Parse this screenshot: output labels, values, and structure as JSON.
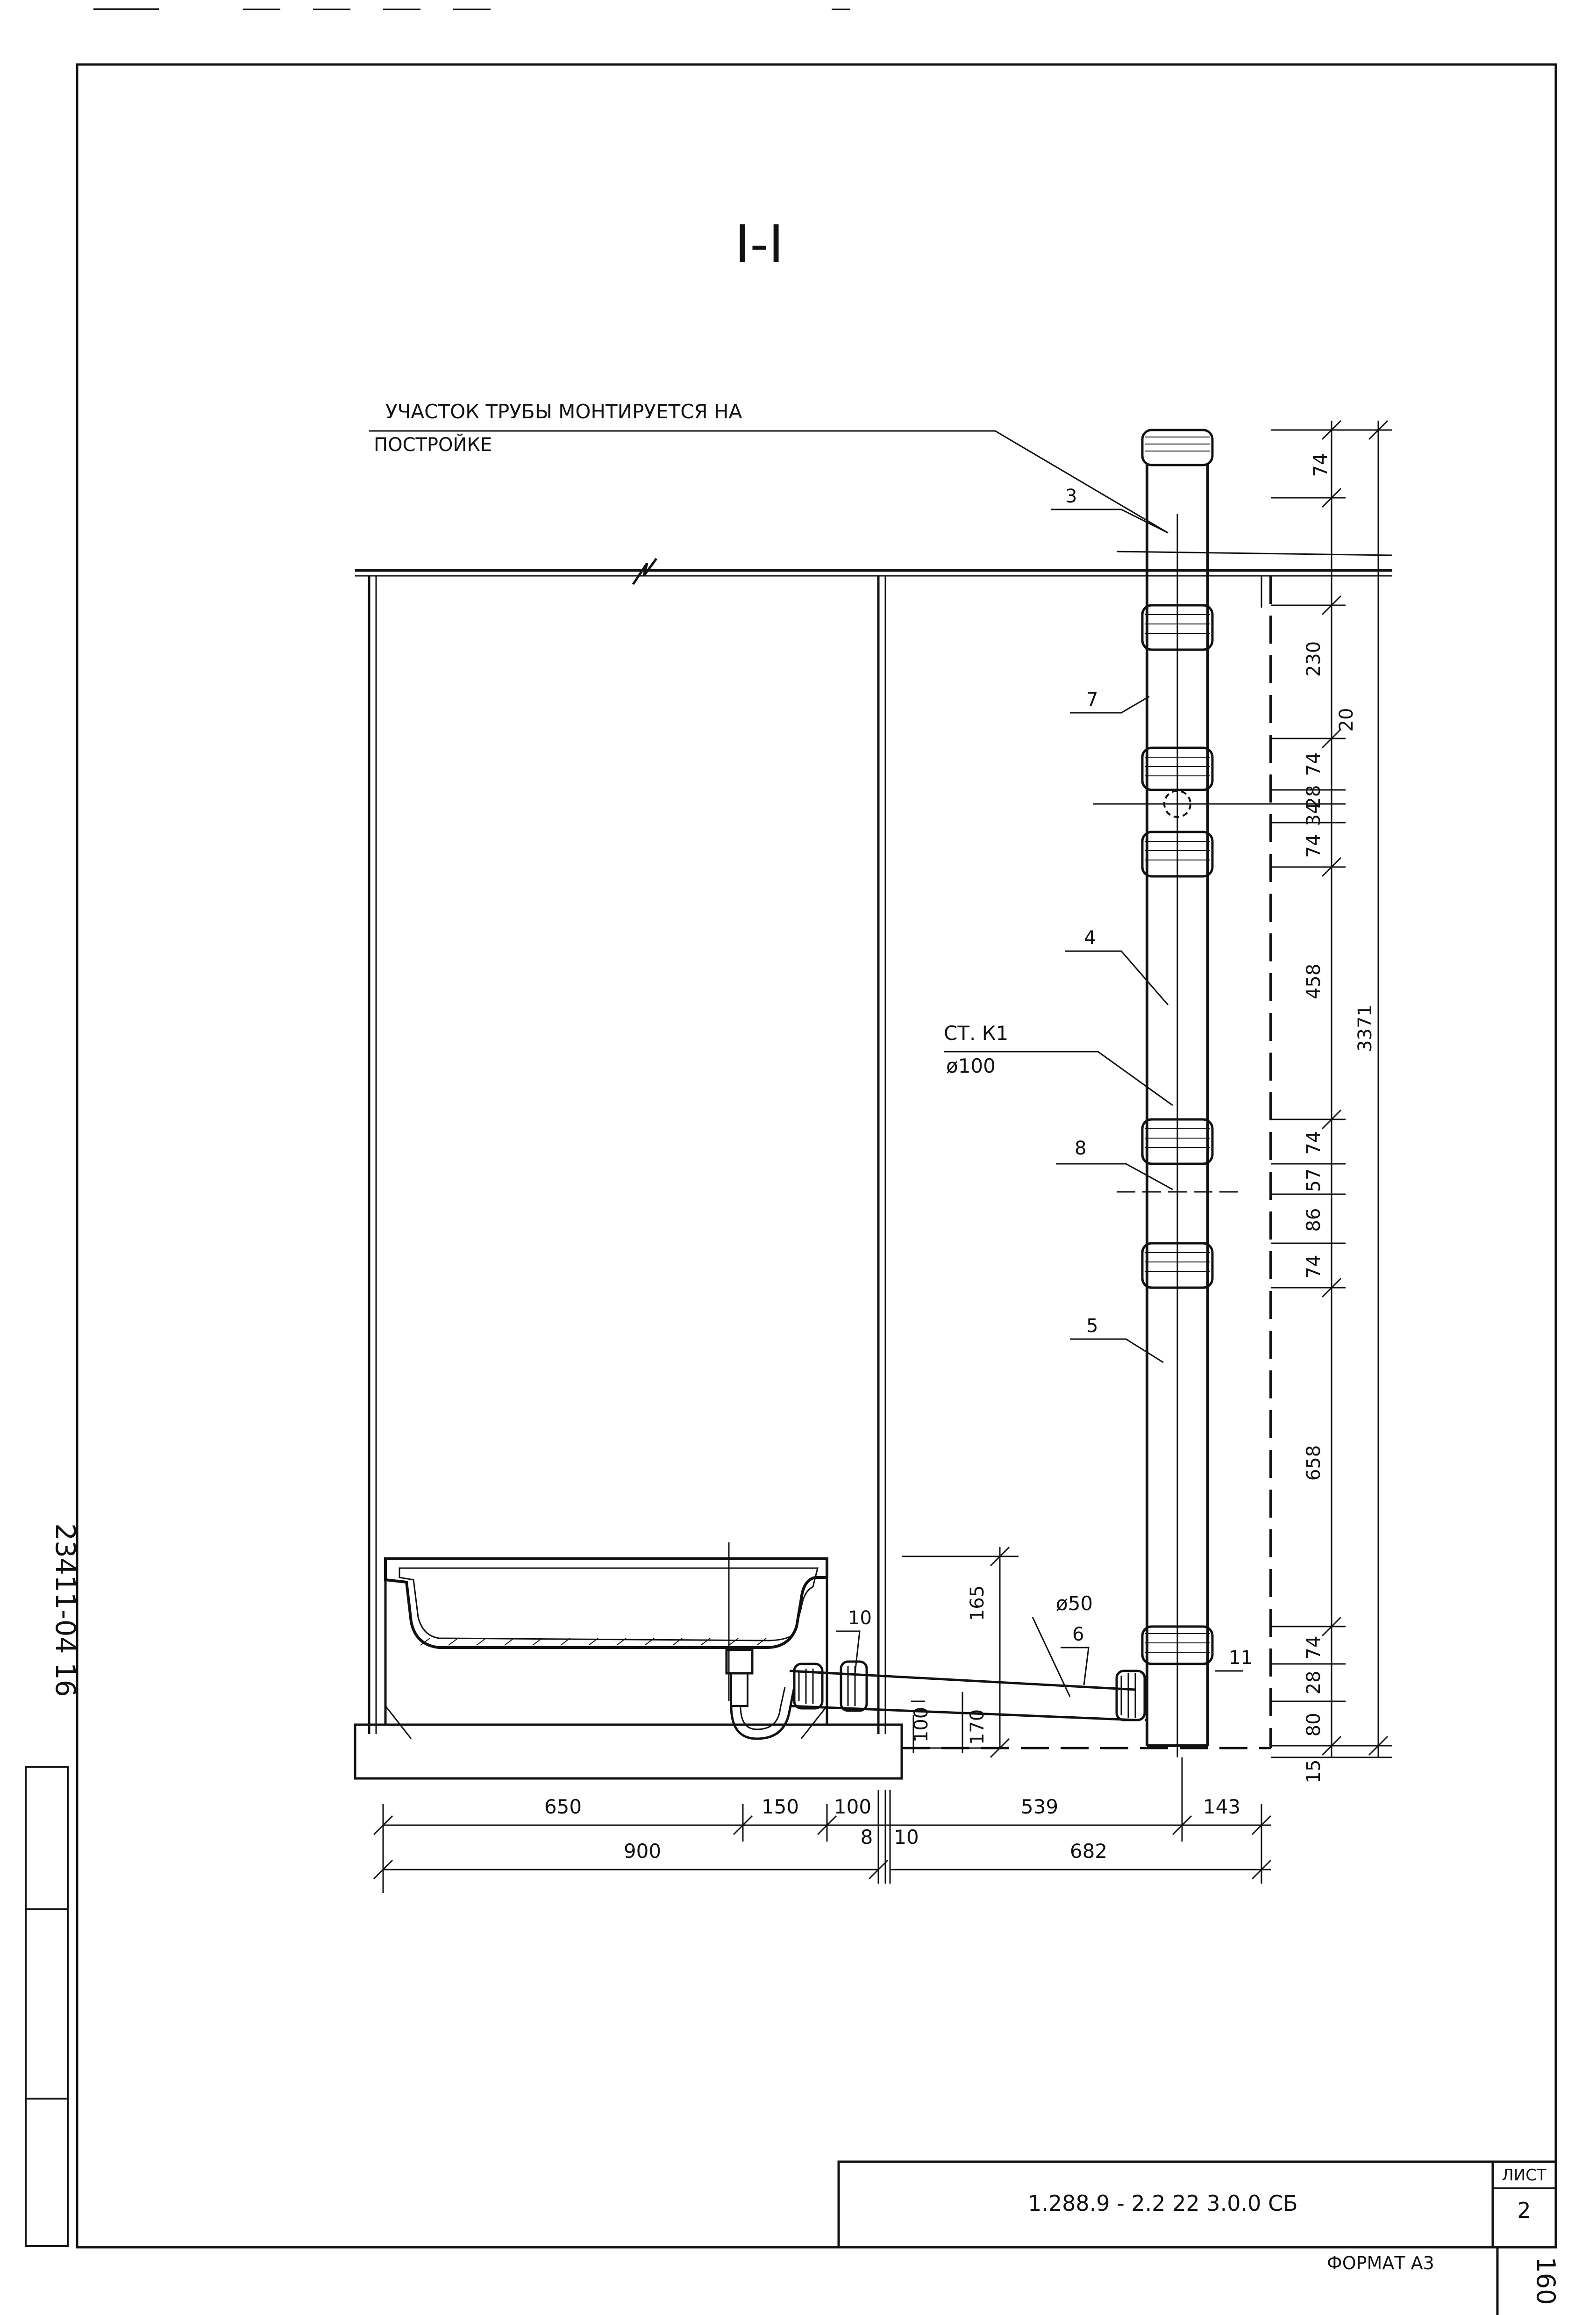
{
  "section_title": "I-I",
  "note_line1": "УЧАСТОК ТРУБЫ МОНТИРУЕТСЯ НА",
  "note_line2": "ПОСТРОЙКЕ",
  "riser_label": "СТ. К1",
  "riser_diameter": "ø100",
  "branch_diameter": "ø50",
  "callouts": {
    "c3": "3",
    "c7": "7",
    "c4": "4",
    "c8": "8",
    "c5": "5",
    "c6": "6",
    "c10": "10",
    "c11": "11"
  },
  "dims": {
    "d74a": "74",
    "d230": "230",
    "d20": "20",
    "d74b": "74",
    "d28a": "28",
    "d34": "34",
    "d74c": "74",
    "d458": "458",
    "d3371": "3371",
    "d74d": "74",
    "d57": "57",
    "d86": "86",
    "d74e": "74",
    "d658": "658",
    "d74f": "74",
    "d28b": "28",
    "d80": "80",
    "d15": "15",
    "d165": "165",
    "d100v": "100",
    "d170": "170",
    "d650": "650",
    "d150": "150",
    "d100h": "100",
    "d8": "8",
    "d539": "539",
    "d143": "143",
    "d900": "900",
    "d10": "10",
    "d682": "682"
  },
  "side_stamp": "23411-04 16",
  "title_block": {
    "designation": "1.288.9 - 2.2   22   3.0.0 СБ",
    "sheet_label": "ЛИСТ",
    "sheet_number": "2",
    "format": "ФОРМАТ А3",
    "page_number": "160"
  }
}
